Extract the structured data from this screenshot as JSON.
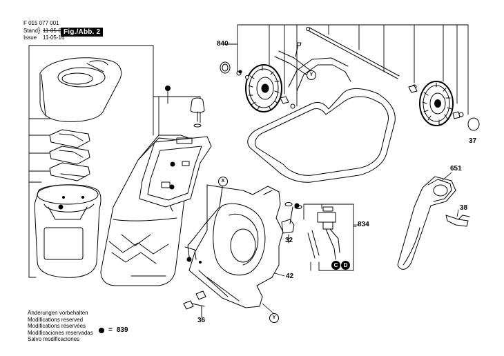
{
  "header": {
    "doc_number": "F 015 077 001",
    "stand_label": "Stand",
    "issue_label": "Issue",
    "stand_date": "11-05-03",
    "issue_date": "11-05-16",
    "figure": "Fig./Abb. 2"
  },
  "callouts": {
    "c840": "840",
    "c37": "37",
    "c651": "651",
    "c38": "38",
    "c834": "834",
    "c32": "32",
    "c42": "42",
    "c36": "36",
    "cX": "X",
    "cY": "Y",
    "cY2": "Y",
    "cC": "C",
    "cD": "D"
  },
  "notes": [
    "Änderungen vorbehalten",
    "Modifications reserved",
    "Modifications réservées",
    "Modificaciones reservadas",
    "Salvo modificaciones"
  ],
  "legend": {
    "equals": "=",
    "code": "839"
  }
}
